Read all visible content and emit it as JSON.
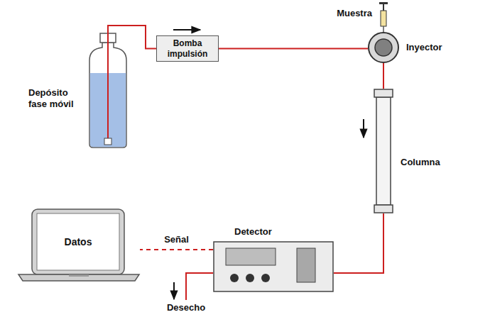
{
  "diagram": {
    "nodes": [
      {
        "text": [
          "Muestra"
        ]
      },
      {
        "text": [
          "Depósito fase móvil"
        ]
      },
      {
        "text": [
          "Bomba impulsión"
        ]
      },
      {
        "text": [
          "Inyector"
        ]
      },
      {
        "text": [
          "Columna"
        ]
      },
      {
        "text": [
          "Detector"
        ]
      },
      {
        "text": [
          "Datos"
        ]
      }
    ],
    "edges": [
      {
        "from": 1,
        "to": 2,
        "arrow": "none"
      },
      {
        "from": 2,
        "to": 3,
        "arrow": "none"
      },
      {
        "from": 3,
        "to": 4,
        "arrow": "none"
      },
      {
        "from": 4,
        "to": 5,
        "arrow": "none"
      },
      {
        "from": 5,
        "to": 6,
        "label": "Señal",
        "arrow": "none"
      }
    ],
    "labels": [
      "Desecho"
    ]
  }
}
